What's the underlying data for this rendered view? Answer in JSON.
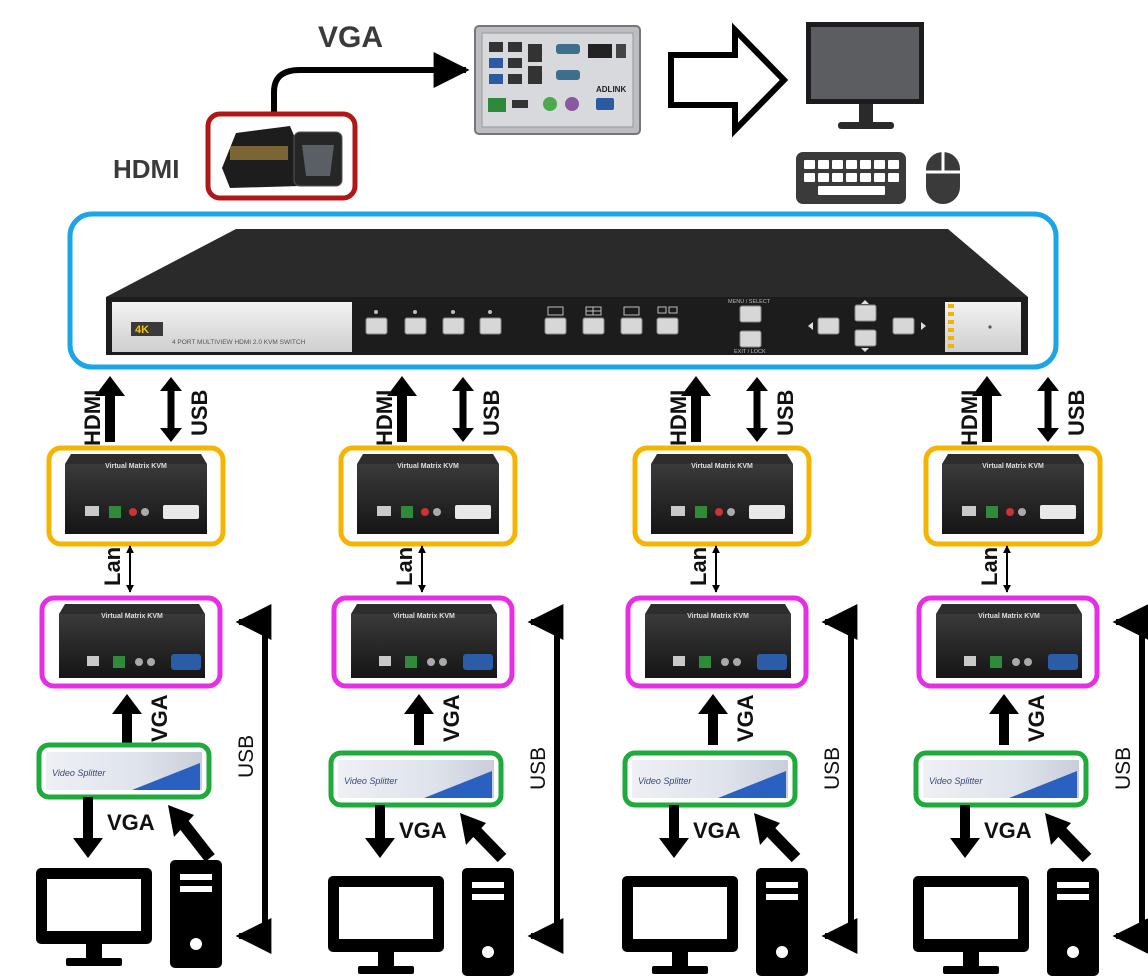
{
  "top": {
    "vga_label": "VGA",
    "hdmi_label": "HDMI",
    "pc_brand": "ADLINK"
  },
  "kvm_switch": {
    "badge": "4K",
    "model_text": "4 PORT MULTIVIEW HDMI 2.0 KVM SWITCH",
    "menu_label": "MENU / SELECT",
    "exit_label": "EXIT / LOCK",
    "frame_color": "#1aa6e6"
  },
  "columns": [
    {
      "hdmi": "HDMI",
      "usb": "USB",
      "lan": "Lan",
      "vga_up": "VGA",
      "vga_down": "VGA",
      "usb_loop": "USB"
    },
    {
      "hdmi": "HDMI",
      "usb": "USB",
      "lan": "Lan",
      "vga_up": "VGA",
      "vga_down": "VGA",
      "usb_loop": "USB"
    },
    {
      "hdmi": "HDMI",
      "usb": "USB",
      "lan": "Lan",
      "vga_up": "VGA",
      "vga_down": "VGA",
      "usb_loop": "USB"
    },
    {
      "hdmi": "HDMI",
      "usb": "USB",
      "lan": "Lan",
      "vga_up": "VGA",
      "vga_down": "VGA",
      "usb_loop": "USB"
    }
  ],
  "devices": {
    "receiver_title": "Virtual Matrix KVM",
    "transmitter_title": "Virtual Matrix KVM",
    "splitter_name": "Video Splitter"
  },
  "colors": {
    "adapter_frame": "#b01818",
    "receiver_frame": "#f5b400",
    "transmitter_frame": "#e62ee6",
    "splitter_frame": "#1faa3c"
  }
}
